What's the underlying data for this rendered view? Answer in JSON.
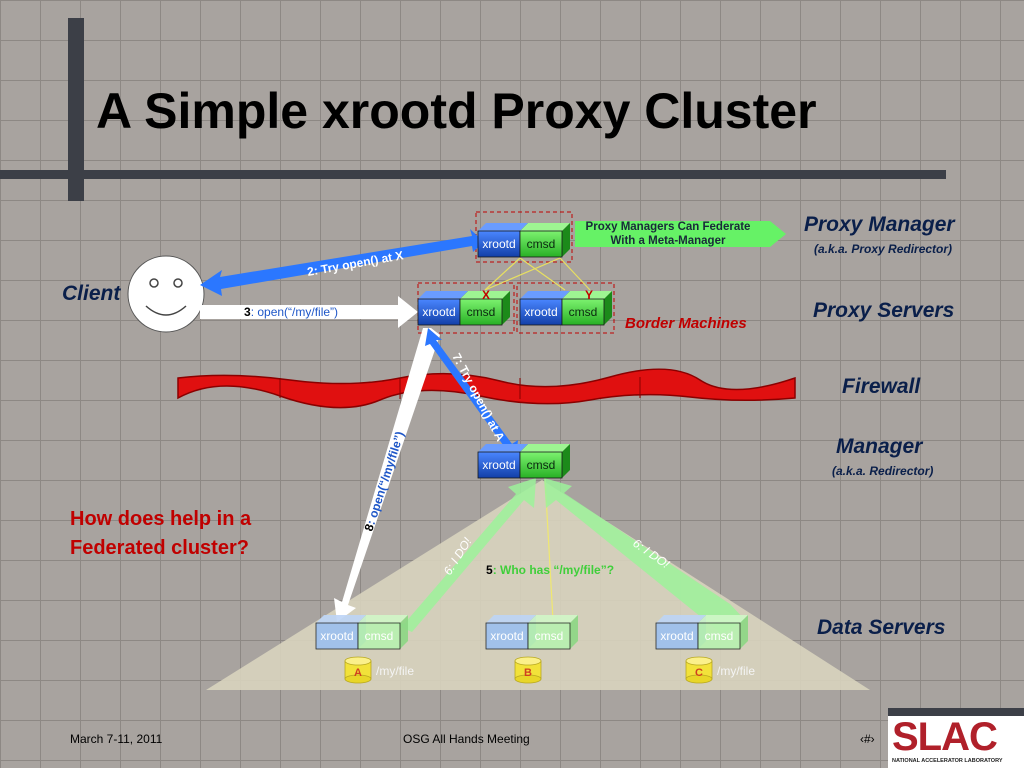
{
  "title": "A Simple xrootd Proxy Cluster",
  "labels": {
    "client": "Client",
    "proxy_manager": "Proxy Manager",
    "proxy_manager_aka": "(a.k.a. Proxy Redirector)",
    "proxy_servers": "Proxy Servers",
    "border_machines": "Border Machines",
    "firewall": "Firewall",
    "manager": "Manager",
    "manager_aka": "(a.k.a. Redirector)",
    "data_servers": "Data Servers"
  },
  "question": [
    "How does help in a",
    "Federated cluster?"
  ],
  "federate_note": [
    "Proxy Managers Can Federate",
    "With a Meta-Manager"
  ],
  "nodes": {
    "xrootd": "xrootd",
    "cmsd": "cmsd"
  },
  "proxy_ids": {
    "x": "X",
    "y": "Y"
  },
  "steps": {
    "s2_num": "2",
    "s2_text": ": Try open() at X",
    "s3_num": "3",
    "s3_text": ": open(“/my/file”)",
    "s5_num": "5",
    "s5_text": ": Who has “/my/file”?",
    "s6_text": "6: I DO!",
    "s7_num": "7",
    "s7_text": ": Try open() at A",
    "s8_num": "8",
    "s8_text": ": open(“/my/file”)"
  },
  "data_servers": [
    {
      "id": "A",
      "file": "/my/file"
    },
    {
      "id": "B",
      "file": ""
    },
    {
      "id": "C",
      "file": "/my/file"
    }
  ],
  "footer": {
    "date": "March 7-11, 2011",
    "event": "OSG All Hands Meeting",
    "page": "‹#›",
    "logo_text": "SLAC",
    "logo_sub": "NATIONAL ACCELERATOR LABORATORY"
  },
  "colors": {
    "xrootd_blue": "#1f57c8",
    "cmsd_green": "#3fcf3a",
    "federate_green": "#66f266",
    "firewall_red": "#e01010",
    "text_navy": "#0a1f4a",
    "alert_red": "#c00000",
    "slac_red": "#b0202a"
  }
}
